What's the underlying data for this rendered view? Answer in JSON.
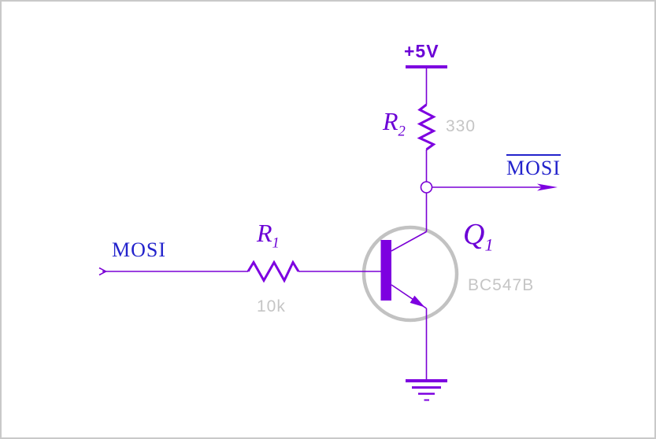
{
  "colors": {
    "wire": "#7a00d5",
    "symbol": "#7d00e0",
    "purple_text": "#6b00d6",
    "blue_text": "#2323cc",
    "gray_text": "#c5c5c5",
    "outline_gray": "#c2c2c2",
    "canvas_border": "#c9c9c9"
  },
  "power_rail": {
    "label": "+5V"
  },
  "input_port": {
    "label": "MOSI"
  },
  "output_port": {
    "label": "MOSI",
    "overline": true
  },
  "components": {
    "r1": {
      "designator": "R",
      "suffix": "1",
      "value": "10k"
    },
    "r2": {
      "designator": "R",
      "suffix": "2",
      "value": "330"
    },
    "q1": {
      "designator": "Q",
      "suffix": "1",
      "part": "BC547B"
    }
  }
}
